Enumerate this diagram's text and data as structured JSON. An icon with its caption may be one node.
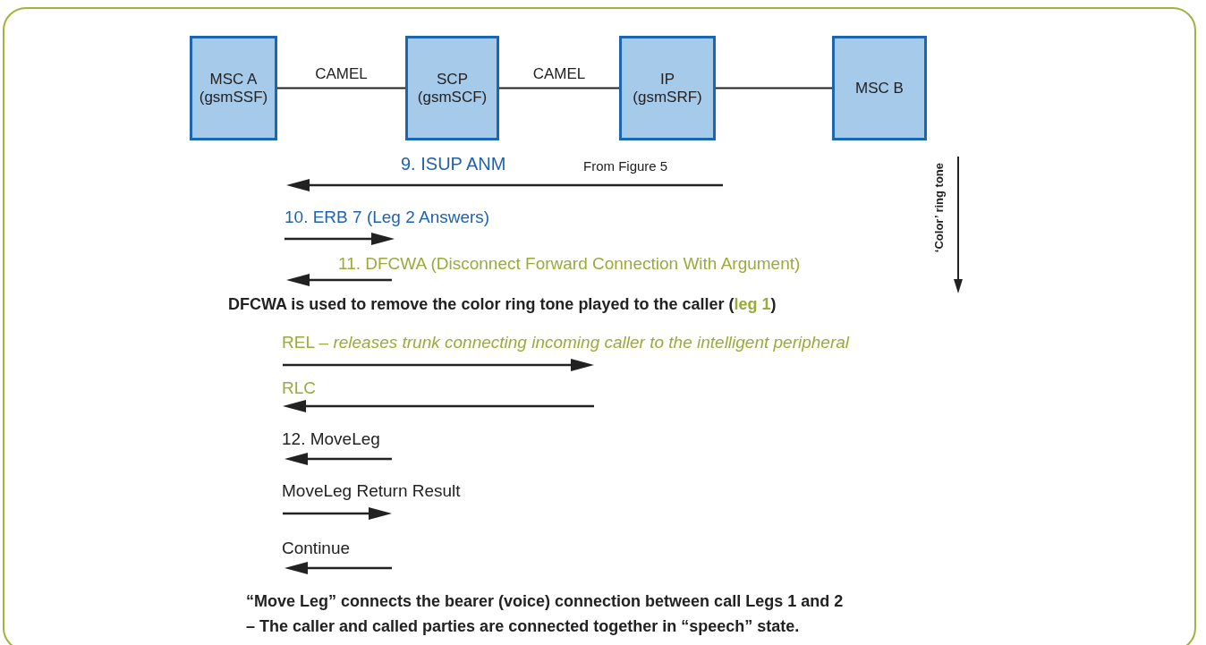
{
  "diagram": {
    "nodes": [
      {
        "text": [
          "MSC A",
          "(gsmSSF)"
        ]
      },
      {
        "text": [
          "SCP",
          "(gsmSCF)"
        ]
      },
      {
        "text": [
          "IP",
          "(gsmSRF)"
        ]
      },
      {
        "text": [
          "MSC B"
        ]
      }
    ],
    "edges": [
      {
        "from": 0,
        "to": 1,
        "arrow": "none",
        "label": "CAMEL"
      },
      {
        "from": 1,
        "to": 2,
        "arrow": "none",
        "label": "CAMEL"
      },
      {
        "from": 2,
        "to": 3,
        "arrow": "none"
      }
    ],
    "labels": [
      "9. ISUP ANM",
      "From Figure 5",
      "‘Color’ ring tone",
      "10. ERB 7 (Leg 2 Answers)",
      "11. DFCWA (Disconnect Forward Connection With Argument)",
      "DFCWA is used to remove the color ring tone played to the caller (**leg 1**)",
      "REL – *releases trunk connecting incoming caller to the intelligent peripheral*",
      "RLC",
      "12. MoveLeg",
      "MoveLeg Return Result",
      "Continue",
      "“Move Leg” connects the bearer (voice) connection between call Legs 1 and 2",
      "– The caller and called parties are connected together in “speech” state."
    ]
  }
}
